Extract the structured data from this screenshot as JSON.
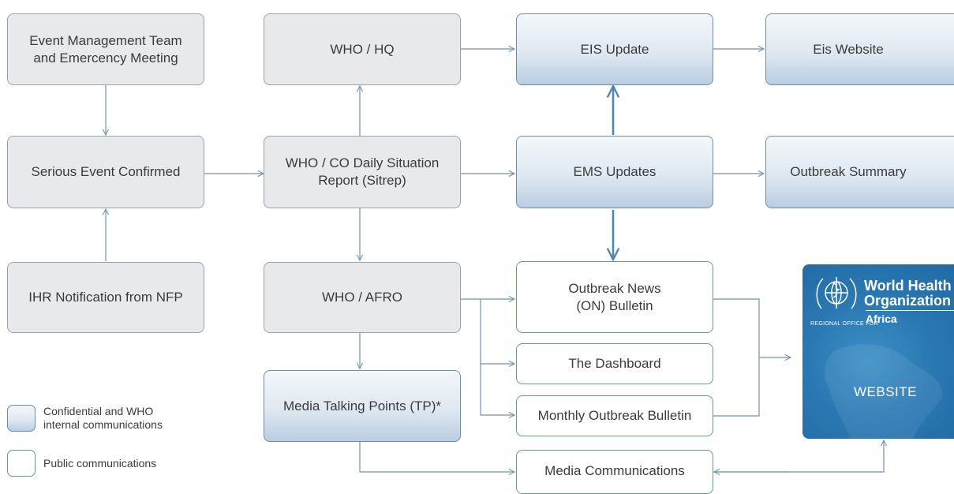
{
  "nodes": {
    "emt": "Event Management Team\nand Emercency Meeting",
    "serious": "Serious Event Confirmed",
    "ihr": "IHR Notification from NFP",
    "who_hq": "WHO / HQ",
    "who_co": "WHO / CO Daily Situation\nReport (Sitrep)",
    "who_afro": "WHO / AFRO",
    "media_tp": "Media Talking Points (TP)*",
    "eis_update": "EIS Update",
    "ems_updates": "EMS Updates",
    "on_bulletin": "Outbreak News\n(ON) Bulletin",
    "dashboard": "The Dashboard",
    "monthly": "Monthly Outbreak Bulletin",
    "media_comms": "Media Communications",
    "eis_website": "Eis Website",
    "outbreak_summary": "Outbreak Summary"
  },
  "legend": {
    "confidential": "Confidential and WHO\ninternal communications",
    "public": "Public communications"
  },
  "who_panel": {
    "name": "World Health\nOrganization",
    "region_label": "REGIONAL OFFICE FOR",
    "region": "Africa",
    "website": "WEBSITE"
  },
  "colors": {
    "connector": "#6f95b5",
    "grey_fill": "#e8e9ea",
    "blue_border": "#6f8ea9",
    "green_border": "#5fa27a",
    "who_blue": "#2a78b3"
  }
}
